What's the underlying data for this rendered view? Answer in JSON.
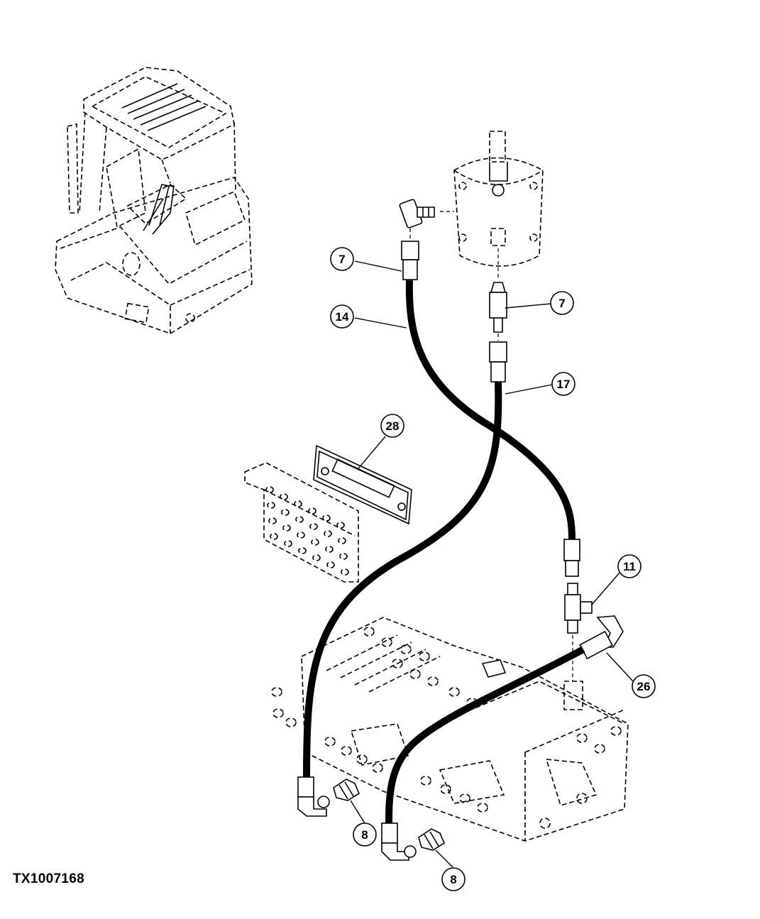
{
  "figure_id": "TX1007168",
  "callouts": [
    {
      "label": "7"
    },
    {
      "label": "7"
    },
    {
      "label": "14"
    },
    {
      "label": "17"
    },
    {
      "label": "28"
    },
    {
      "label": "11"
    },
    {
      "label": "26"
    },
    {
      "label": "8"
    },
    {
      "label": "8"
    }
  ]
}
